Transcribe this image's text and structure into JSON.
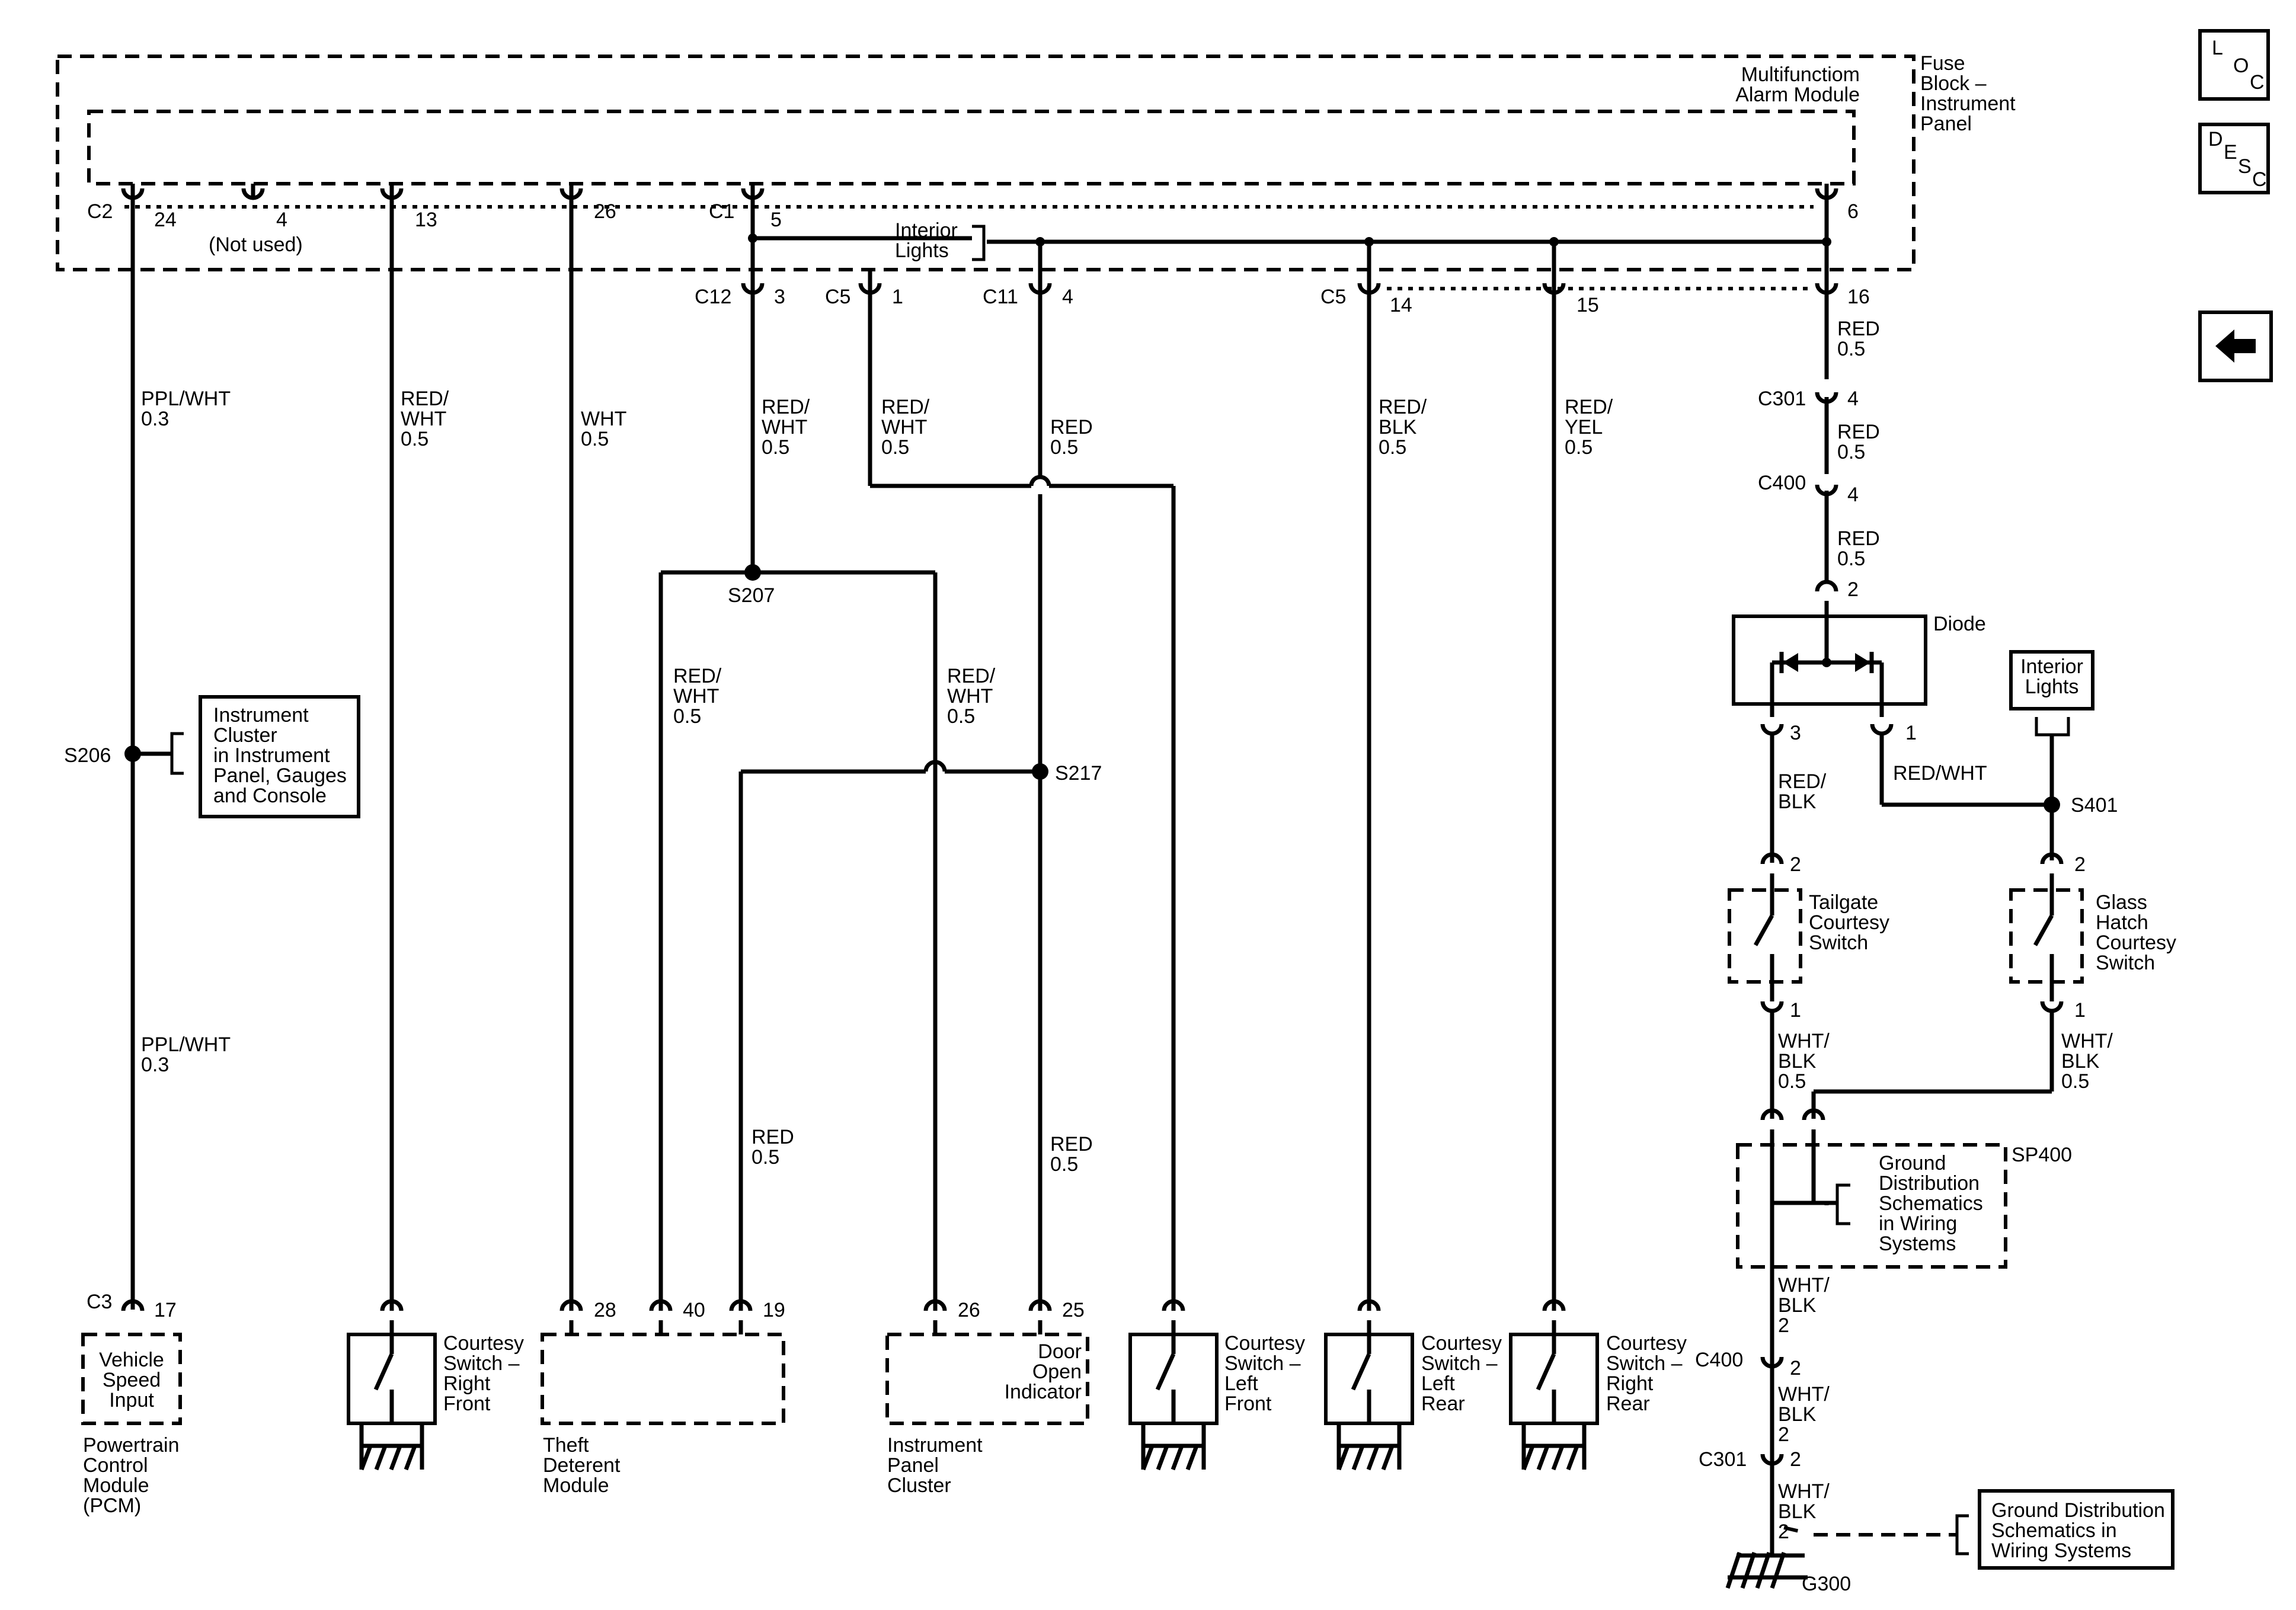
{
  "modules": {
    "fuse_block": [
      "Fuse",
      "Block –",
      "Instrument",
      "Panel"
    ],
    "alarm_module": [
      "Multifunctiom",
      "Alarm Module"
    ],
    "interior_lights_top": [
      "Interior",
      "Lights"
    ],
    "interior_lights_right": [
      "Interior",
      "Lights"
    ],
    "instrument_cluster_ref": [
      "Instrument",
      "Cluster",
      "in Instrument",
      "Panel, Gauges",
      "and Console"
    ],
    "ground_dist_sp400": [
      "Ground",
      "Distribution",
      "Schematics",
      "in Wiring",
      "Systems"
    ],
    "ground_dist_g300": [
      "Ground Distribution",
      "Schematics in",
      "Wiring Systems"
    ],
    "diode": "Diode",
    "vehicle_speed_input": [
      "Vehicle",
      "Speed",
      "Input"
    ],
    "pcm": [
      "Powertrain",
      "Control",
      "Module",
      "(PCM)"
    ],
    "courtesy_rf": [
      "Courtesy",
      "Switch –",
      "Right",
      "Front"
    ],
    "theft_module": [
      "Theft",
      "Deterent",
      "Module"
    ],
    "ip_cluster": [
      "Instrument",
      "Panel",
      "Cluster"
    ],
    "door_open": [
      "Door",
      "Open",
      "Indicator"
    ],
    "courtesy_lf": [
      "Courtesy",
      "Switch –",
      "Left",
      "Front"
    ],
    "courtesy_lr": [
      "Courtesy",
      "Switch –",
      "Left",
      "Rear"
    ],
    "courtesy_rr": [
      "Courtesy",
      "Switch –",
      "Right",
      "Rear"
    ],
    "tailgate_switch": [
      "Tailgate",
      "Courtesy",
      "Switch"
    ],
    "glass_hatch_switch": [
      "Glass",
      "Hatch",
      "Courtesy",
      "Switch"
    ]
  },
  "connectors": {
    "c2": "C2",
    "c1": "C1",
    "c12": "C12",
    "c5": "C5",
    "c11": "C11",
    "c3": "C3",
    "c301": "C301",
    "c400": "C400",
    "not_used": "(Not used)"
  },
  "pins": {
    "p24": "24",
    "p4": "4",
    "p13": "13",
    "p26": "26",
    "p5": "5",
    "p6": "6",
    "p3": "3",
    "p1": "1",
    "p14": "14",
    "p15": "15",
    "p16": "16",
    "p17": "17",
    "p28": "28",
    "p40": "40",
    "p19": "19",
    "p25": "25",
    "p2": "2"
  },
  "splices": {
    "s206": "S206",
    "s207": "S207",
    "s217": "S217",
    "s401": "S401",
    "sp400": "SP400",
    "g300": "G300"
  },
  "wires": {
    "ppl_wht": "PPL/WHT",
    "red_wht": "RED/",
    "wht": "WHT",
    "red": "RED",
    "blk": "BLK",
    "red_slash": "RED/",
    "yel": "YEL",
    "wht_slash": "WHT/",
    "red_wht_full": "RED/WHT",
    "g03": "0.3",
    "g05": "0.5",
    "g2": "2"
  },
  "nav": {
    "loc": [
      "L",
      "O",
      "C"
    ],
    "desc": [
      "D",
      "E",
      "S",
      "C"
    ],
    "back_arrow": "left-arrow-icon"
  }
}
